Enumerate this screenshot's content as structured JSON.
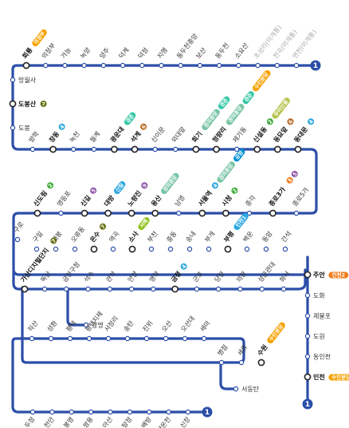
{
  "line": {
    "name": "1",
    "color": "#2b4ea8"
  },
  "line_colors": {
    "1": "#2b4ea8",
    "2": "#39a935",
    "3": "#ef7c1c",
    "4": "#2ca8e0",
    "5": "#8b50a4",
    "6": "#b5651d",
    "7": "#697215",
    "8": "#e6186c",
    "gyeongui": "#77c4a3",
    "gyeongchun": "#32c6a6",
    "suin": "#f5a200",
    "airport": "#0090d2",
    "gtx": "#9a6292",
    "seohae": "#8fc31f",
    "shinbundang": "#d4003b",
    "wui": "#b7c452"
  },
  "stations": [
    {
      "id": "yeoncheon",
      "name": "연천(미개통)",
      "future": true
    },
    {
      "id": "jeongok",
      "name": "전곡(미개통)",
      "future": true
    },
    {
      "id": "chotaeri",
      "name": "초성리(미개통)",
      "future": true
    },
    {
      "id": "soyosan",
      "name": "소요산"
    },
    {
      "id": "dongducheon",
      "name": "동두천"
    },
    {
      "id": "bosan",
      "name": "보산"
    },
    {
      "id": "ddjungang",
      "name": "동두천중앙"
    },
    {
      "id": "jihaeng",
      "name": "지행"
    },
    {
      "id": "deokjeong",
      "name": "덕정"
    },
    {
      "id": "deokgye",
      "name": "덕계"
    },
    {
      "id": "yangju",
      "name": "양주"
    },
    {
      "id": "nogyang",
      "name": "녹양"
    },
    {
      "id": "ganeung",
      "name": "가능"
    },
    {
      "id": "uijeongbu",
      "name": "의정부"
    },
    {
      "id": "hoeryong",
      "name": "회룡",
      "badges": [
        {
          "label": "의정부",
          "color": "suin"
        }
      ]
    },
    {
      "id": "mangwolsa",
      "name": "망월사"
    },
    {
      "id": "dobongsan",
      "name": "도봉산",
      "badges": [
        {
          "label": "7",
          "color": "7"
        }
      ]
    },
    {
      "id": "dobong",
      "name": "도봉"
    },
    {
      "id": "banghak",
      "name": "방학"
    },
    {
      "id": "changdong",
      "name": "창동",
      "badges": [
        {
          "label": "4",
          "color": "4"
        }
      ]
    },
    {
      "id": "nokcheon",
      "name": "녹천"
    },
    {
      "id": "wolgye",
      "name": "월계"
    },
    {
      "id": "kwangwoon",
      "name": "광운대",
      "badges": [
        {
          "label": "경춘",
          "color": "gyeongchun"
        }
      ]
    },
    {
      "id": "seokgye",
      "name": "석계",
      "badges": [
        {
          "label": "6",
          "color": "6"
        }
      ]
    },
    {
      "id": "sinimun",
      "name": "신이문"
    },
    {
      "id": "oedae",
      "name": "외대앞"
    },
    {
      "id": "hoegi",
      "name": "회기",
      "badges": [
        {
          "label": "경의중앙",
          "color": "gyeongui"
        },
        {
          "label": "경춘",
          "color": "gyeongchun"
        }
      ]
    },
    {
      "id": "cheongnyangni",
      "name": "청량리",
      "badges": [
        {
          "label": "경의중앙",
          "color": "gyeongui"
        },
        {
          "label": "경춘",
          "color": "gyeongchun"
        },
        {
          "label": "수인분당",
          "color": "suin"
        }
      ]
    },
    {
      "id": "jegi",
      "name": "제기동"
    },
    {
      "id": "sinseol",
      "name": "신설동",
      "badges": [
        {
          "label": "2",
          "color": "2"
        },
        {
          "label": "우이신설",
          "color": "wui"
        }
      ]
    },
    {
      "id": "dongmyo",
      "name": "동묘앞",
      "badges": [
        {
          "label": "6",
          "color": "6"
        }
      ]
    },
    {
      "id": "dongdaemun",
      "name": "동대문",
      "badges": [
        {
          "label": "4",
          "color": "4"
        }
      ]
    },
    {
      "id": "jongno5",
      "name": "종로5가"
    },
    {
      "id": "jongno3",
      "name": "종로3가",
      "badges": [
        {
          "label": "3",
          "color": "3"
        },
        {
          "label": "5",
          "color": "5"
        }
      ]
    },
    {
      "id": "jonggak",
      "name": "종각"
    },
    {
      "id": "cityhall",
      "name": "시청",
      "badges": [
        {
          "label": "2",
          "color": "2"
        }
      ]
    },
    {
      "id": "seoulst",
      "name": "서울역",
      "badges": [
        {
          "label": "4",
          "color": "4"
        },
        {
          "label": "경의중앙",
          "color": "gyeongui"
        },
        {
          "label": "공항",
          "color": "airport"
        }
      ]
    },
    {
      "id": "namyeong",
      "name": "남영"
    },
    {
      "id": "yongsan",
      "name": "용산",
      "badges": [
        {
          "label": "경의중앙",
          "color": "gyeongui"
        }
      ]
    },
    {
      "id": "noryangjin",
      "name": "노량진",
      "badges": [
        {
          "label": "9",
          "color": "5"
        }
      ]
    },
    {
      "id": "daebang",
      "name": "대방",
      "badges": [
        {
          "label": "신림",
          "color": "4"
        }
      ]
    },
    {
      "id": "singil",
      "name": "신길",
      "badges": [
        {
          "label": "5",
          "color": "5"
        }
      ]
    },
    {
      "id": "yeongdeungpo",
      "name": "영등포"
    },
    {
      "id": "sindorim",
      "name": "신도림",
      "badges": [
        {
          "label": "2",
          "color": "2"
        }
      ]
    },
    {
      "id": "guro",
      "name": "구로"
    },
    {
      "id": "guil",
      "name": "구일"
    },
    {
      "id": "gaebong",
      "name": "개봉"
    },
    {
      "id": "oryu",
      "name": "오류동"
    },
    {
      "id": "onsu",
      "name": "온수",
      "badges": [
        {
          "label": "7",
          "color": "7"
        }
      ]
    },
    {
      "id": "yeokgok",
      "name": "역곡"
    },
    {
      "id": "sosa",
      "name": "소사",
      "badges": [
        {
          "label": "서해",
          "color": "seohae"
        }
      ]
    },
    {
      "id": "bucheon",
      "name": "부천"
    },
    {
      "id": "jungdong",
      "name": "중동"
    },
    {
      "id": "songnae",
      "name": "송내"
    },
    {
      "id": "bugae",
      "name": "부개"
    },
    {
      "id": "bupyeong",
      "name": "부평",
      "badges": [
        {
          "label": "인천1",
          "color": "4"
        }
      ]
    },
    {
      "id": "baegun",
      "name": "백운"
    },
    {
      "id": "dongam",
      "name": "동암"
    },
    {
      "id": "ganseok",
      "name": "간석"
    },
    {
      "id": "juan",
      "name": "주안",
      "badges": [
        {
          "label": "인천2",
          "color": "3"
        }
      ]
    },
    {
      "id": "dohwa",
      "name": "도화"
    },
    {
      "id": "jemulpo",
      "name": "제물포"
    },
    {
      "id": "dowon",
      "name": "도원"
    },
    {
      "id": "dongincheon",
      "name": "동인천"
    },
    {
      "id": "incheon",
      "name": "인천",
      "badges": [
        {
          "label": "수인분당",
          "color": "suin"
        }
      ]
    },
    {
      "id": "gasan",
      "name": "가산디지털단지",
      "badges": [
        {
          "label": "7",
          "color": "7"
        }
      ]
    },
    {
      "id": "doksan",
      "name": "독산"
    },
    {
      "id": "geumcheon",
      "name": "금천구청"
    },
    {
      "id": "gwangmyeong",
      "name": "광명"
    },
    {
      "id": "seoksu",
      "name": "석수"
    },
    {
      "id": "gwanak",
      "name": "관악"
    },
    {
      "id": "anyang",
      "name": "안양"
    },
    {
      "id": "myeonghak",
      "name": "명학"
    },
    {
      "id": "geumjeong",
      "name": "금정",
      "badges": [
        {
          "label": "4",
          "color": "4"
        }
      ]
    },
    {
      "id": "gunpo",
      "name": "군포"
    },
    {
      "id": "dangjeong",
      "name": "당정"
    },
    {
      "id": "uiwang",
      "name": "의왕"
    },
    {
      "id": "skku",
      "name": "성균관대"
    },
    {
      "id": "hwaseo",
      "name": "화서"
    },
    {
      "id": "suwon",
      "name": "수원",
      "badges": [
        {
          "label": "수인분당",
          "color": "suin"
        }
      ]
    },
    {
      "id": "seryu",
      "name": "세류"
    },
    {
      "id": "byeongjeom",
      "name": "병점"
    },
    {
      "id": "seodongtan",
      "name": "서동탄"
    },
    {
      "id": "sema",
      "name": "세마"
    },
    {
      "id": "osandae",
      "name": "오산대"
    },
    {
      "id": "osan",
      "name": "오산"
    },
    {
      "id": "jinwi",
      "name": "진위"
    },
    {
      "id": "songtan",
      "name": "송탄"
    },
    {
      "id": "seojeongni",
      "name": "서정리"
    },
    {
      "id": "pyeongtaekjije",
      "name": "평택지제"
    },
    {
      "id": "pyeongtaek",
      "name": "평택"
    },
    {
      "id": "seonghwan",
      "name": "성환"
    },
    {
      "id": "jiksan",
      "name": "직산"
    },
    {
      "id": "dujeong",
      "name": "두정"
    },
    {
      "id": "cheonan",
      "name": "천안"
    },
    {
      "id": "bongmyeong",
      "name": "봉명"
    },
    {
      "id": "ssangyong",
      "name": "쌍용"
    },
    {
      "id": "asan",
      "name": "아산"
    },
    {
      "id": "tangjeong",
      "name": "탕정"
    },
    {
      "id": "baebang",
      "name": "배방"
    },
    {
      "id": "onyang",
      "name": "온양온천"
    },
    {
      "id": "sinchang",
      "name": "신창"
    }
  ]
}
